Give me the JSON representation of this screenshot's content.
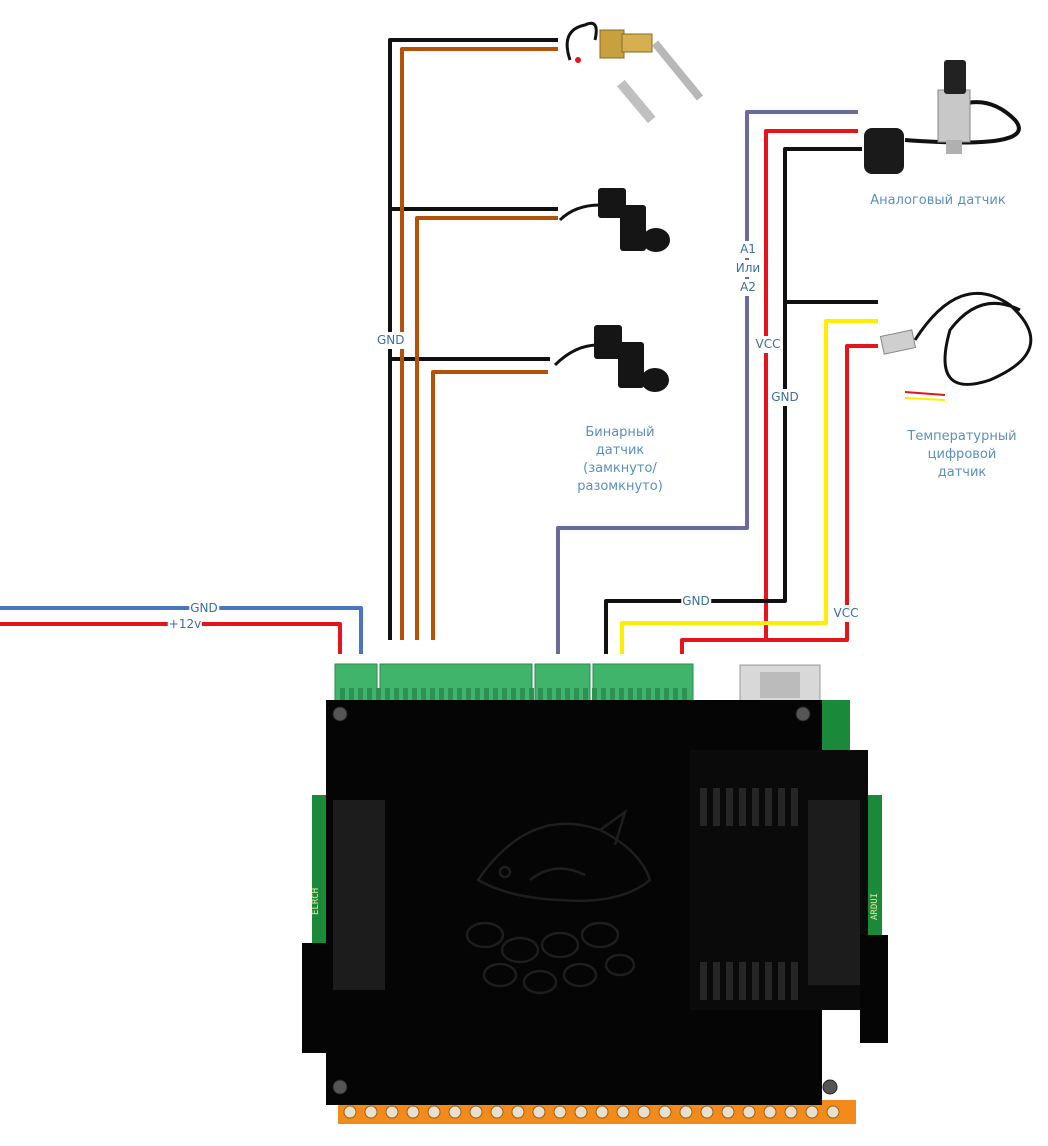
{
  "labels": {
    "power_gnd": "GND",
    "power_12v": "+12v",
    "gnd_left": "GND",
    "a1": "A1",
    "ili": "Или",
    "a2": "A2",
    "vcc_mid": "VCC",
    "gnd_mid": "GND",
    "gnd_bottom": "GND",
    "vcc_bottom": "VCC"
  },
  "captions": {
    "analog_sensor": "Аналоговый датчик",
    "binary_sensor": "Бинарный\nдатчик\n(замкнуто/\nразомкнуто)",
    "temp_sensor": "Температурный\nцифровой датчик"
  },
  "board_marks": {
    "side_left": "ELRCH",
    "side_right": "ARDUI"
  },
  "colors": {
    "gnd_blue": "#4a74c4",
    "red": "#e8141c",
    "black": "#111111",
    "brown": "#b4520a",
    "purple": "#6a6a9c",
    "yellow": "#ffee00",
    "terminal_green": "#3fb46a",
    "terminal_orange": "#f28a1c",
    "case_black": "#050505"
  }
}
